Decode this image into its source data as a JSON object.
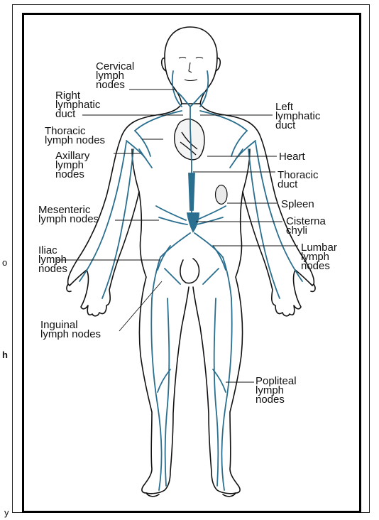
{
  "labels": {
    "cervical": [
      "Cervical",
      "lymph",
      "nodes"
    ],
    "right_duct": [
      "Right",
      "lymphatic",
      "duct"
    ],
    "thoracic_nodes": [
      "Thoracic",
      "lymph nodes"
    ],
    "axillary": [
      "Axillary",
      "lymph",
      "nodes"
    ],
    "mesenteric": [
      "Mesenteric",
      "lymph nodes"
    ],
    "iliac": [
      "Iliac",
      "lymph",
      "nodes"
    ],
    "inguinal": [
      "Inguinal",
      "lymph nodes"
    ],
    "left_duct": [
      "Left",
      "lymphatic",
      "duct"
    ],
    "heart": [
      "Heart"
    ],
    "thoracic_duct": [
      "Thoracic",
      "duct"
    ],
    "spleen": [
      "Spleen"
    ],
    "cisterna": [
      "Cisterna",
      "chyli"
    ],
    "lumbar": [
      "Lumbar",
      "lymph",
      "nodes"
    ],
    "popliteal": [
      "Popliteal",
      "lymph",
      "nodes"
    ]
  },
  "edge_fragments": {
    "frag1": "o",
    "frag2": "h",
    "frag3": "y"
  },
  "colors": {
    "vessel": "#2a6f8f",
    "outline": "#111111"
  }
}
